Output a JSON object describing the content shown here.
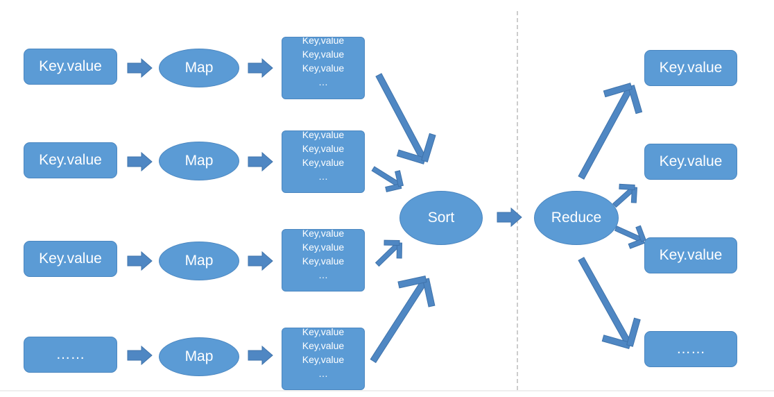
{
  "colors": {
    "fill": "#5b9bd5",
    "arrow": "#4f87c3",
    "divider": "#aaaaaa"
  },
  "inputs": [
    "Key.value",
    "Key.value",
    "Key.value",
    "……"
  ],
  "map_label": "Map",
  "kv_lines": [
    "Key,value",
    "Key,value",
    "Key,value",
    "…"
  ],
  "sort_label": "Sort",
  "reduce_label": "Reduce",
  "outputs": [
    "Key.value",
    "Key.value",
    "Key.value",
    "……"
  ]
}
